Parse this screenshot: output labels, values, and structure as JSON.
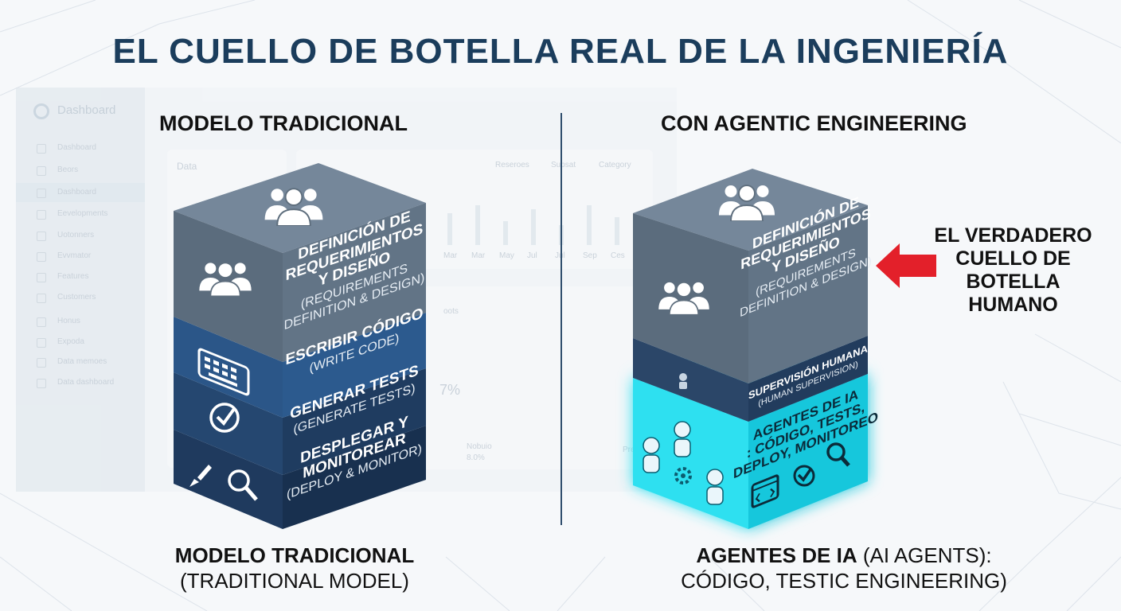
{
  "title": "EL CUELLO DE BOTELLA REAL DE LA INGENIERÍA",
  "background_dashboard": {
    "brand": "Dashboard",
    "menu": [
      "Dashboard",
      "Beors",
      "Dashboard",
      "Eevelopments",
      "Uotonners",
      "Evvmator",
      "Features",
      "Customers",
      "Honus",
      "Expoda",
      "Data memoes",
      "Data dashboard"
    ],
    "card_title": "Data",
    "filters": [
      "Reseroes",
      "Supsat",
      "Category"
    ],
    "months": [
      "Mar",
      "Mar",
      "May",
      "Jul",
      "Jul",
      "Sep",
      "Ces"
    ],
    "donut_value": "7%",
    "legend_label": "Nobuio",
    "legend_value": "8.0%",
    "section_label": "oots",
    "extra_label": "Pret"
  },
  "left": {
    "heading": "MODELO TRADICIONAL",
    "layers": [
      {
        "lines": [
          "DEFINICIÓN DE",
          "REQUERIMIENTOS",
          "Y DISEÑO"
        ],
        "sub": [
          "(REQUIREMENTS",
          "DEFINITION & DESIGN)"
        ],
        "icon": "users-icon"
      },
      {
        "lines": [
          "ESCRIBIR CÓDIGO"
        ],
        "sub": [
          "(WRITE CODE)"
        ],
        "icon": "keyboard-icon"
      },
      {
        "lines": [
          "GENERAR TESTS"
        ],
        "sub": [
          "(GENERATE TESTS)"
        ],
        "icon": "check-circle-icon"
      },
      {
        "lines": [
          "DESPLEGAR Y",
          "MONITOREAR"
        ],
        "sub": [
          "(DEPLOY & MONITOR)"
        ],
        "icon": "rocket-magnifier-icon"
      }
    ],
    "caption_bold": "MODELO TRADICIONAL",
    "caption_rest": "(TRADITIONAL MODEL)"
  },
  "right": {
    "heading": "CON AGENTIC ENGINEERING",
    "layers": [
      {
        "lines": [
          "DEFINICIÓN DE",
          "REQUERIMIENTOS",
          "Y DISEÑO"
        ],
        "sub": [
          "(REQUIREMENTS",
          "DEFINITION & DESIGN)"
        ],
        "icon": "users-icon"
      },
      {
        "lines": [
          "SUPERVISIÓN HUMANA"
        ],
        "sub": [
          "(HUMAN SUPERVISION)"
        ],
        "icon": "robot-icon"
      },
      {
        "lines": [
          "AGENTES DE IA",
          ": CÓDIGO, TESTS,",
          "DEPLOY, MONITOREO"
        ],
        "sub": [],
        "icon": "robots-icon"
      }
    ],
    "callout": [
      "EL VERDADERO",
      "CUELLO DE",
      "BOTELLA",
      "HUMANO"
    ],
    "caption_bold": "AGENTES DE IA",
    "caption_paren": "(AI AGENTS):",
    "caption_rest": "CÓDIGO, TESTIC ENGINEERING)"
  },
  "colors": {
    "title": "#1b3d5c",
    "gray_block": "#5e6e7d",
    "blue_mid": "#2f5d8f",
    "navy": "#1f3c60",
    "dark_navy": "#16304f",
    "cyan": "#22d3e6",
    "arrow": "#e3202a"
  }
}
